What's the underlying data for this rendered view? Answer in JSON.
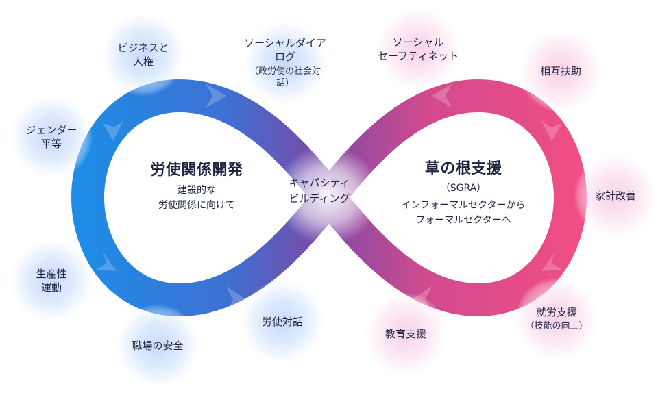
{
  "left_hub": {
    "title": "労使関係開発",
    "subtitle": "建設的な\n労使関係に向けて"
  },
  "right_hub": {
    "title": "草の根支援",
    "abbr": "（SGRA）",
    "subtitle": "インフォーマルセクターから\nフォーマルセクターへ"
  },
  "center": {
    "label": "キャパシティ\nビルディング"
  },
  "topics": {
    "business_human_rights": "ビジネスと\n人権",
    "social_dialogue": "ソーシャルダイアログ",
    "social_dialogue_sub": "（政労使の社会対話）",
    "social_safety_net": "ソーシャル\nセーフティネット",
    "mutual_aid": "相互扶助",
    "gender_equality": "ジェンダー\n平等",
    "household_improvement": "家計改善",
    "productivity_movement": "生産性\n運動",
    "employment_support": "就労支援",
    "employment_support_sub": "（技能の向上）",
    "labor_dialogue": "労使対話",
    "education_support": "教育支援",
    "workplace_safety": "職場の安全"
  },
  "colors": {
    "loop_blue": "#1e8ce6",
    "loop_purple": "#7a4aa8",
    "loop_pink": "#f04e84",
    "text": "#1f2540"
  }
}
